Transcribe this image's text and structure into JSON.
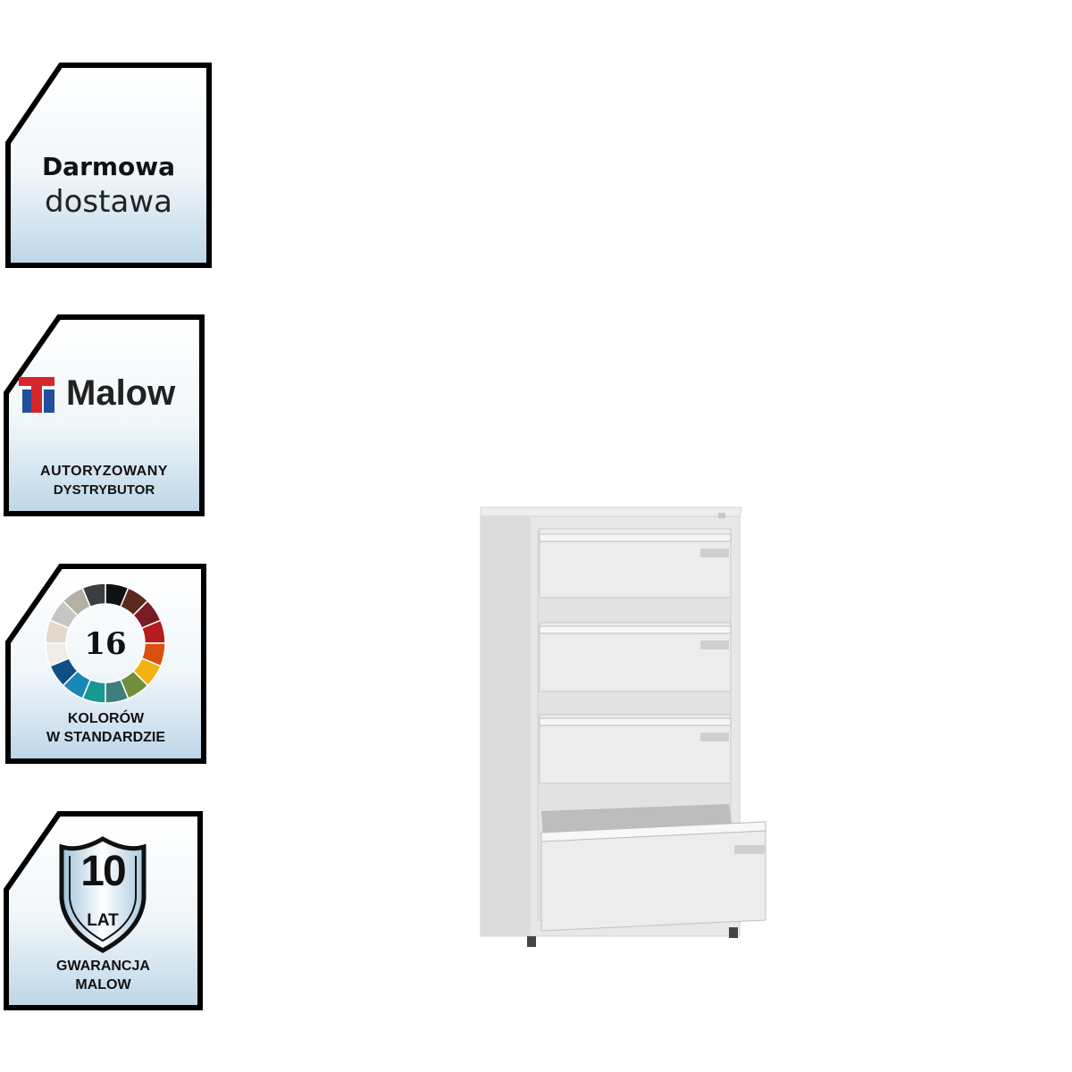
{
  "badges": {
    "delivery": {
      "line1": "Darmowa",
      "line2": "dostawa"
    },
    "distributor": {
      "brand": "Malow",
      "line1": "AUTORYZOWANY",
      "line2": "DYSTRYBUTOR",
      "brand_colors": [
        "#d7262b",
        "#1f4e9c"
      ]
    },
    "colors": {
      "count": "16",
      "line1": "KOLORÓW",
      "line2": "W STANDARDZIE",
      "palette": [
        "#111111",
        "#5a2a1e",
        "#7a1a24",
        "#b31d1d",
        "#d9500f",
        "#f0b312",
        "#6f8f3a",
        "#3f7f7b",
        "#17998f",
        "#1b86b8",
        "#0f4f82",
        "#efece6",
        "#e2d9cc",
        "#c6c6c4",
        "#b5afa4",
        "#3a3d42"
      ]
    },
    "warranty": {
      "years": "10",
      "unit": "LAT",
      "line1": "GWARANCJA",
      "line2": "MALOW"
    }
  }
}
